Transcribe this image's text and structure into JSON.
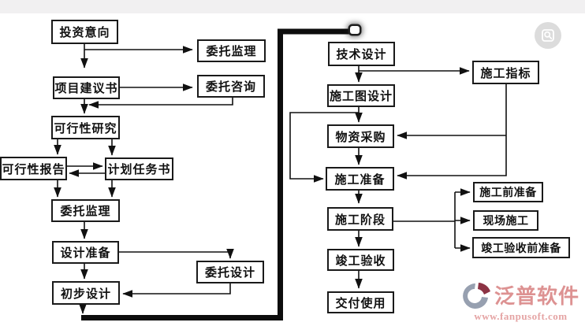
{
  "diagram": {
    "nodes": [
      {
        "id": "investment-intent",
        "label": "投资意向"
      },
      {
        "id": "entrust-supervision-1",
        "label": "委托监理"
      },
      {
        "id": "project-proposal",
        "label": "项目建议书"
      },
      {
        "id": "entrust-consulting",
        "label": "委托咨询"
      },
      {
        "id": "feasibility-study",
        "label": "可行性研究"
      },
      {
        "id": "feasibility-report",
        "label": "可行性报告"
      },
      {
        "id": "plan-task-book",
        "label": "计划任务书"
      },
      {
        "id": "entrust-supervision-2",
        "label": "委托监理"
      },
      {
        "id": "design-preparation",
        "label": "设计准备"
      },
      {
        "id": "entrust-design",
        "label": "委托设计"
      },
      {
        "id": "preliminary-design",
        "label": "初步设计"
      },
      {
        "id": "technical-design",
        "label": "技术设计"
      },
      {
        "id": "construction-drawing-design",
        "label": "施工图设计"
      },
      {
        "id": "material-procurement",
        "label": "物资采购"
      },
      {
        "id": "construction-preparation",
        "label": "施工准备"
      },
      {
        "id": "construction-stage",
        "label": "施工阶段"
      },
      {
        "id": "completion-acceptance",
        "label": "竣工验收"
      },
      {
        "id": "delivery-use",
        "label": "交付使用"
      },
      {
        "id": "construction-indicators",
        "label": "施工指标"
      },
      {
        "id": "pre-construction-preparation",
        "label": "施工前准备"
      },
      {
        "id": "site-construction",
        "label": "现场施工"
      },
      {
        "id": "pre-acceptance-preparation",
        "label": "竣工验收前准备"
      }
    ],
    "edges": [
      {
        "from": "investment-intent",
        "to": "project-proposal",
        "style": "solid"
      },
      {
        "from": "investment-intent",
        "to": "entrust-supervision-1",
        "style": "solid"
      },
      {
        "from": "project-proposal",
        "to": "entrust-consulting",
        "style": "solid"
      },
      {
        "from": "entrust-consulting",
        "to": "feasibility-study",
        "style": "solid"
      },
      {
        "from": "project-proposal",
        "to": "feasibility-study",
        "style": "solid"
      },
      {
        "from": "feasibility-study",
        "to": "feasibility-report",
        "style": "solid"
      },
      {
        "from": "feasibility-study",
        "to": "plan-task-book",
        "style": "solid"
      },
      {
        "from": "feasibility-report",
        "to": "plan-task-book",
        "style": "solid"
      },
      {
        "from": "plan-task-book",
        "to": "feasibility-report",
        "style": "solid"
      },
      {
        "from": "feasibility-report",
        "to": "entrust-supervision-2",
        "style": "solid"
      },
      {
        "from": "plan-task-book",
        "to": "entrust-supervision-2",
        "style": "solid"
      },
      {
        "from": "entrust-supervision-2",
        "to": "design-preparation",
        "style": "solid"
      },
      {
        "from": "design-preparation",
        "to": "preliminary-design",
        "style": "solid"
      },
      {
        "from": "design-preparation",
        "to": "entrust-design",
        "style": "solid"
      },
      {
        "from": "entrust-design",
        "to": "preliminary-design",
        "style": "solid"
      },
      {
        "from": "preliminary-design",
        "to": "technical-design",
        "style": "thick"
      },
      {
        "from": "technical-design",
        "to": "construction-drawing-design",
        "style": "solid"
      },
      {
        "from": "technical-design",
        "to": "construction-indicators",
        "style": "solid"
      },
      {
        "from": "construction-drawing-design",
        "to": "material-procurement",
        "style": "solid"
      },
      {
        "from": "construction-drawing-design",
        "to": "construction-preparation",
        "style": "solid"
      },
      {
        "from": "construction-indicators",
        "to": "material-procurement",
        "style": "solid"
      },
      {
        "from": "construction-indicators",
        "to": "construction-preparation",
        "style": "solid"
      },
      {
        "from": "material-procurement",
        "to": "construction-preparation",
        "style": "solid"
      },
      {
        "from": "construction-preparation",
        "to": "construction-stage",
        "style": "dashed"
      },
      {
        "from": "construction-stage",
        "to": "completion-acceptance",
        "style": "solid"
      },
      {
        "from": "completion-acceptance",
        "to": "delivery-use",
        "style": "solid"
      },
      {
        "from": "construction-stage",
        "to": "pre-construction-preparation",
        "style": "solid"
      },
      {
        "from": "construction-stage",
        "to": "site-construction",
        "style": "solid"
      },
      {
        "from": "construction-stage",
        "to": "pre-acceptance-preparation",
        "style": "solid"
      }
    ]
  },
  "watermark": {
    "brand": "泛普软件",
    "url": "www.fanpusoft.com",
    "brand_color": "#dd9292",
    "mark_grey": "#97a0b0",
    "mark_red": "#8c3344"
  },
  "overlay": {
    "magnifier_icon": "preview-magnifier"
  }
}
